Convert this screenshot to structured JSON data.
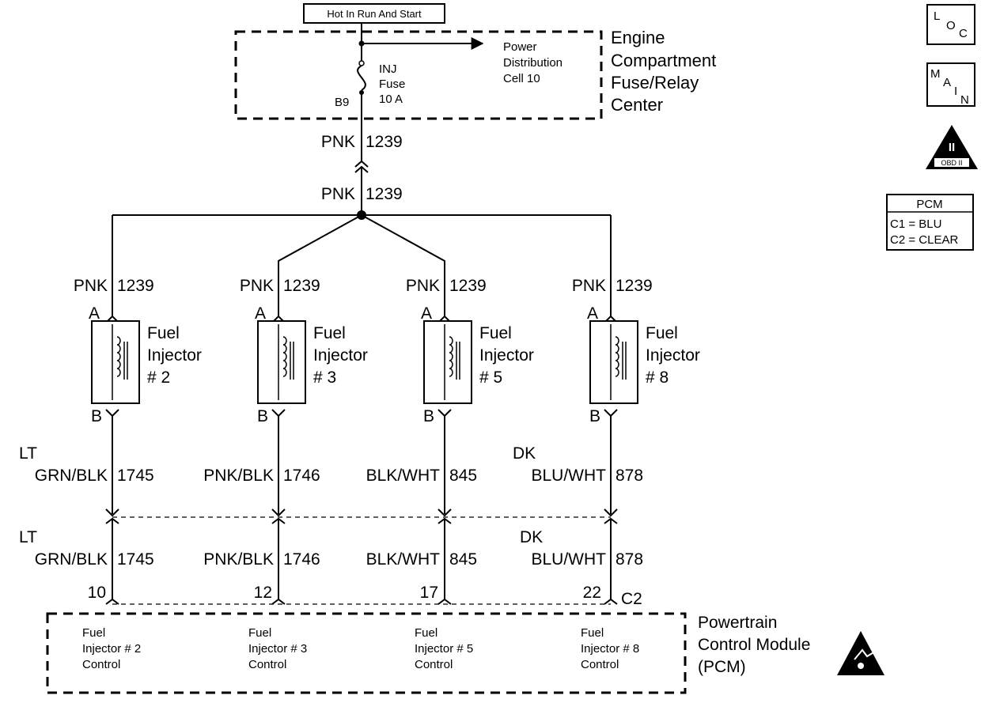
{
  "fuse_block": {
    "supply_label": "Hot In Run And Start",
    "title_lines": [
      "Engine",
      "Compartment",
      "Fuse/Relay",
      "Center"
    ],
    "fuse_lines": [
      "INJ",
      "Fuse",
      "10 A"
    ],
    "branch_lines": [
      "Power",
      "Distribution",
      "Cell 10"
    ],
    "terminal": "B9"
  },
  "feed_wire": {
    "color": "PNK",
    "circuit": "1239"
  },
  "injectors": [
    {
      "name_lines": [
        "Fuel",
        "Injector",
        "# 2"
      ],
      "input_color": "PNK",
      "input_circuit": "1239",
      "pin_a": "A",
      "pin_b": "B",
      "out_color_lines": [
        "LT",
        "GRN/BLK"
      ],
      "out_circuit": "1745",
      "pcm_pin": "10",
      "pcm_lines": [
        "Fuel",
        "Injector # 2",
        "Control"
      ]
    },
    {
      "name_lines": [
        "Fuel",
        "Injector",
        "# 3"
      ],
      "input_color": "PNK",
      "input_circuit": "1239",
      "pin_a": "A",
      "pin_b": "B",
      "out_color_lines": [
        "",
        "PNK/BLK"
      ],
      "out_circuit": "1746",
      "pcm_pin": "12",
      "pcm_lines": [
        "Fuel",
        "Injector # 3",
        "Control"
      ]
    },
    {
      "name_lines": [
        "Fuel",
        "Injector",
        "# 5"
      ],
      "input_color": "PNK",
      "input_circuit": "1239",
      "pin_a": "A",
      "pin_b": "B",
      "out_color_lines": [
        "",
        "BLK/WHT"
      ],
      "out_circuit": "845",
      "pcm_pin": "17",
      "pcm_lines": [
        "Fuel",
        "Injector # 5",
        "Control"
      ]
    },
    {
      "name_lines": [
        "Fuel",
        "Injector",
        "# 8"
      ],
      "input_color": "PNK",
      "input_circuit": "1239",
      "pin_a": "A",
      "pin_b": "B",
      "out_color_lines": [
        "DK",
        "BLU/WHT"
      ],
      "out_circuit": "878",
      "pcm_pin": "22",
      "pcm_lines": [
        "Fuel",
        "Injector # 8",
        "Control"
      ]
    }
  ],
  "pcm": {
    "title_lines": [
      "Powertrain",
      "Control Module",
      "(PCM)"
    ],
    "connector": "C2"
  },
  "legend": {
    "loc_letters": [
      "L",
      "O",
      "C"
    ],
    "main_letters": [
      "M",
      "A",
      "I",
      "N"
    ],
    "obd_roman": "II",
    "obd_label": "OBD II",
    "pcm_title": "PCM",
    "pcm_rows": [
      "C1 = BLU",
      "C2 = CLEAR"
    ]
  }
}
